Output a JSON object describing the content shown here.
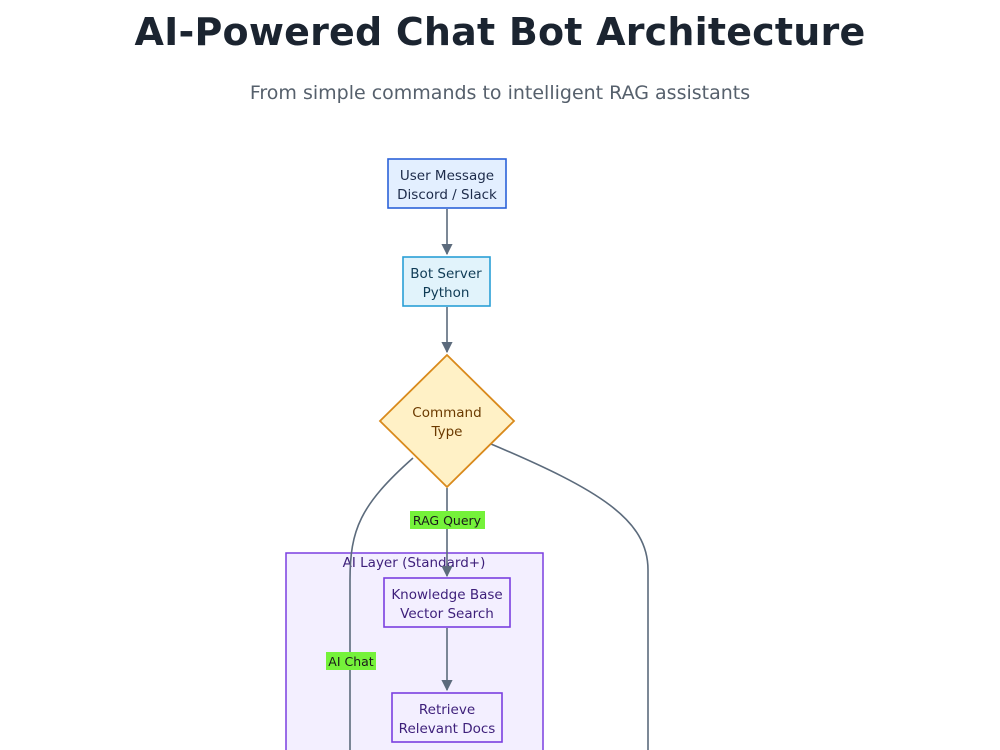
{
  "header": {
    "title": "AI-Powered Chat Bot Architecture",
    "subtitle": "From simple commands to intelligent RAG assistants"
  },
  "diagram": {
    "nodes": {
      "user_message": {
        "line1": "User Message",
        "line2": "Discord / Slack"
      },
      "bot_server": {
        "line1": "Bot Server",
        "line2": "Python"
      },
      "command_type": {
        "line1": "Command",
        "line2": "Type"
      },
      "knowledge_base": {
        "line1": "Knowledge Base",
        "line2": "Vector Search"
      },
      "retrieve_docs": {
        "line1": "Retrieve",
        "line2": "Relevant Docs"
      }
    },
    "cluster": {
      "title": "AI Layer (Standard+)"
    },
    "edge_labels": {
      "rag_query": "RAG Query",
      "ai_chat": "AI Chat"
    }
  },
  "colors": {
    "user_fill": "#e3efff",
    "user_stroke": "#2b62d9",
    "server_fill": "#e1f3fb",
    "server_stroke": "#2a9fd6",
    "decision_fill": "#fff1c6",
    "decision_stroke": "#d98a1c",
    "ai_fill": "#f3efff",
    "ai_stroke": "#7b3fe0",
    "edge": "#5c6b7c",
    "label_bg": "#75f23a"
  }
}
